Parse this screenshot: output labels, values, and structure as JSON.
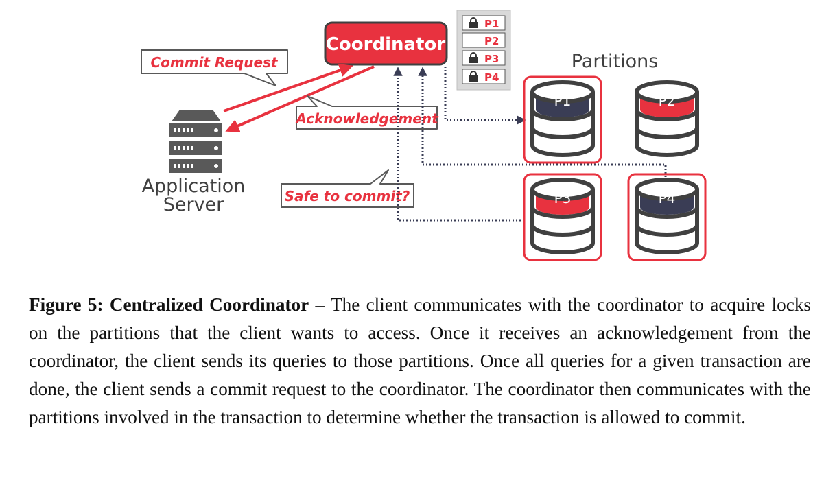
{
  "diagram": {
    "coordinator_label": "Coordinator",
    "partitions_heading": "Partitions",
    "app_server_line1": "Application",
    "app_server_line2": "Server",
    "callouts": {
      "commit_request": "Commit Request",
      "acknowledgement": "Acknowledgement",
      "safe_to_commit": "Safe to commit?"
    },
    "lock_table": [
      {
        "label": "P1",
        "locked": true
      },
      {
        "label": "P2",
        "locked": false
      },
      {
        "label": "P3",
        "locked": true
      },
      {
        "label": "P4",
        "locked": true
      }
    ],
    "partitions": [
      {
        "label": "P1",
        "band_color": "#3a3d55",
        "highlighted": true
      },
      {
        "label": "P2",
        "band_color": "#e8323f",
        "highlighted": false
      },
      {
        "label": "P3",
        "band_color": "#e8323f",
        "highlighted": true
      },
      {
        "label": "P4",
        "band_color": "#3a3d55",
        "highlighted": true
      }
    ],
    "colors": {
      "accent_red": "#e8323f",
      "dark_gray": "#404040",
      "navy": "#3a3d55"
    }
  },
  "caption": {
    "label": "Figure 5: Centralized Coordinator",
    "text": " – The client communicates with the coordinator to acquire locks on the partitions that the client wants to access. Once it receives an acknowledgement from the coordinator, the client sends its queries to those partitions. Once all queries for a given transaction are done, the client sends a commit request to the coordinator. The coordinator then communicates with the partitions involved in the transaction to determine whether the transaction is allowed to commit."
  }
}
